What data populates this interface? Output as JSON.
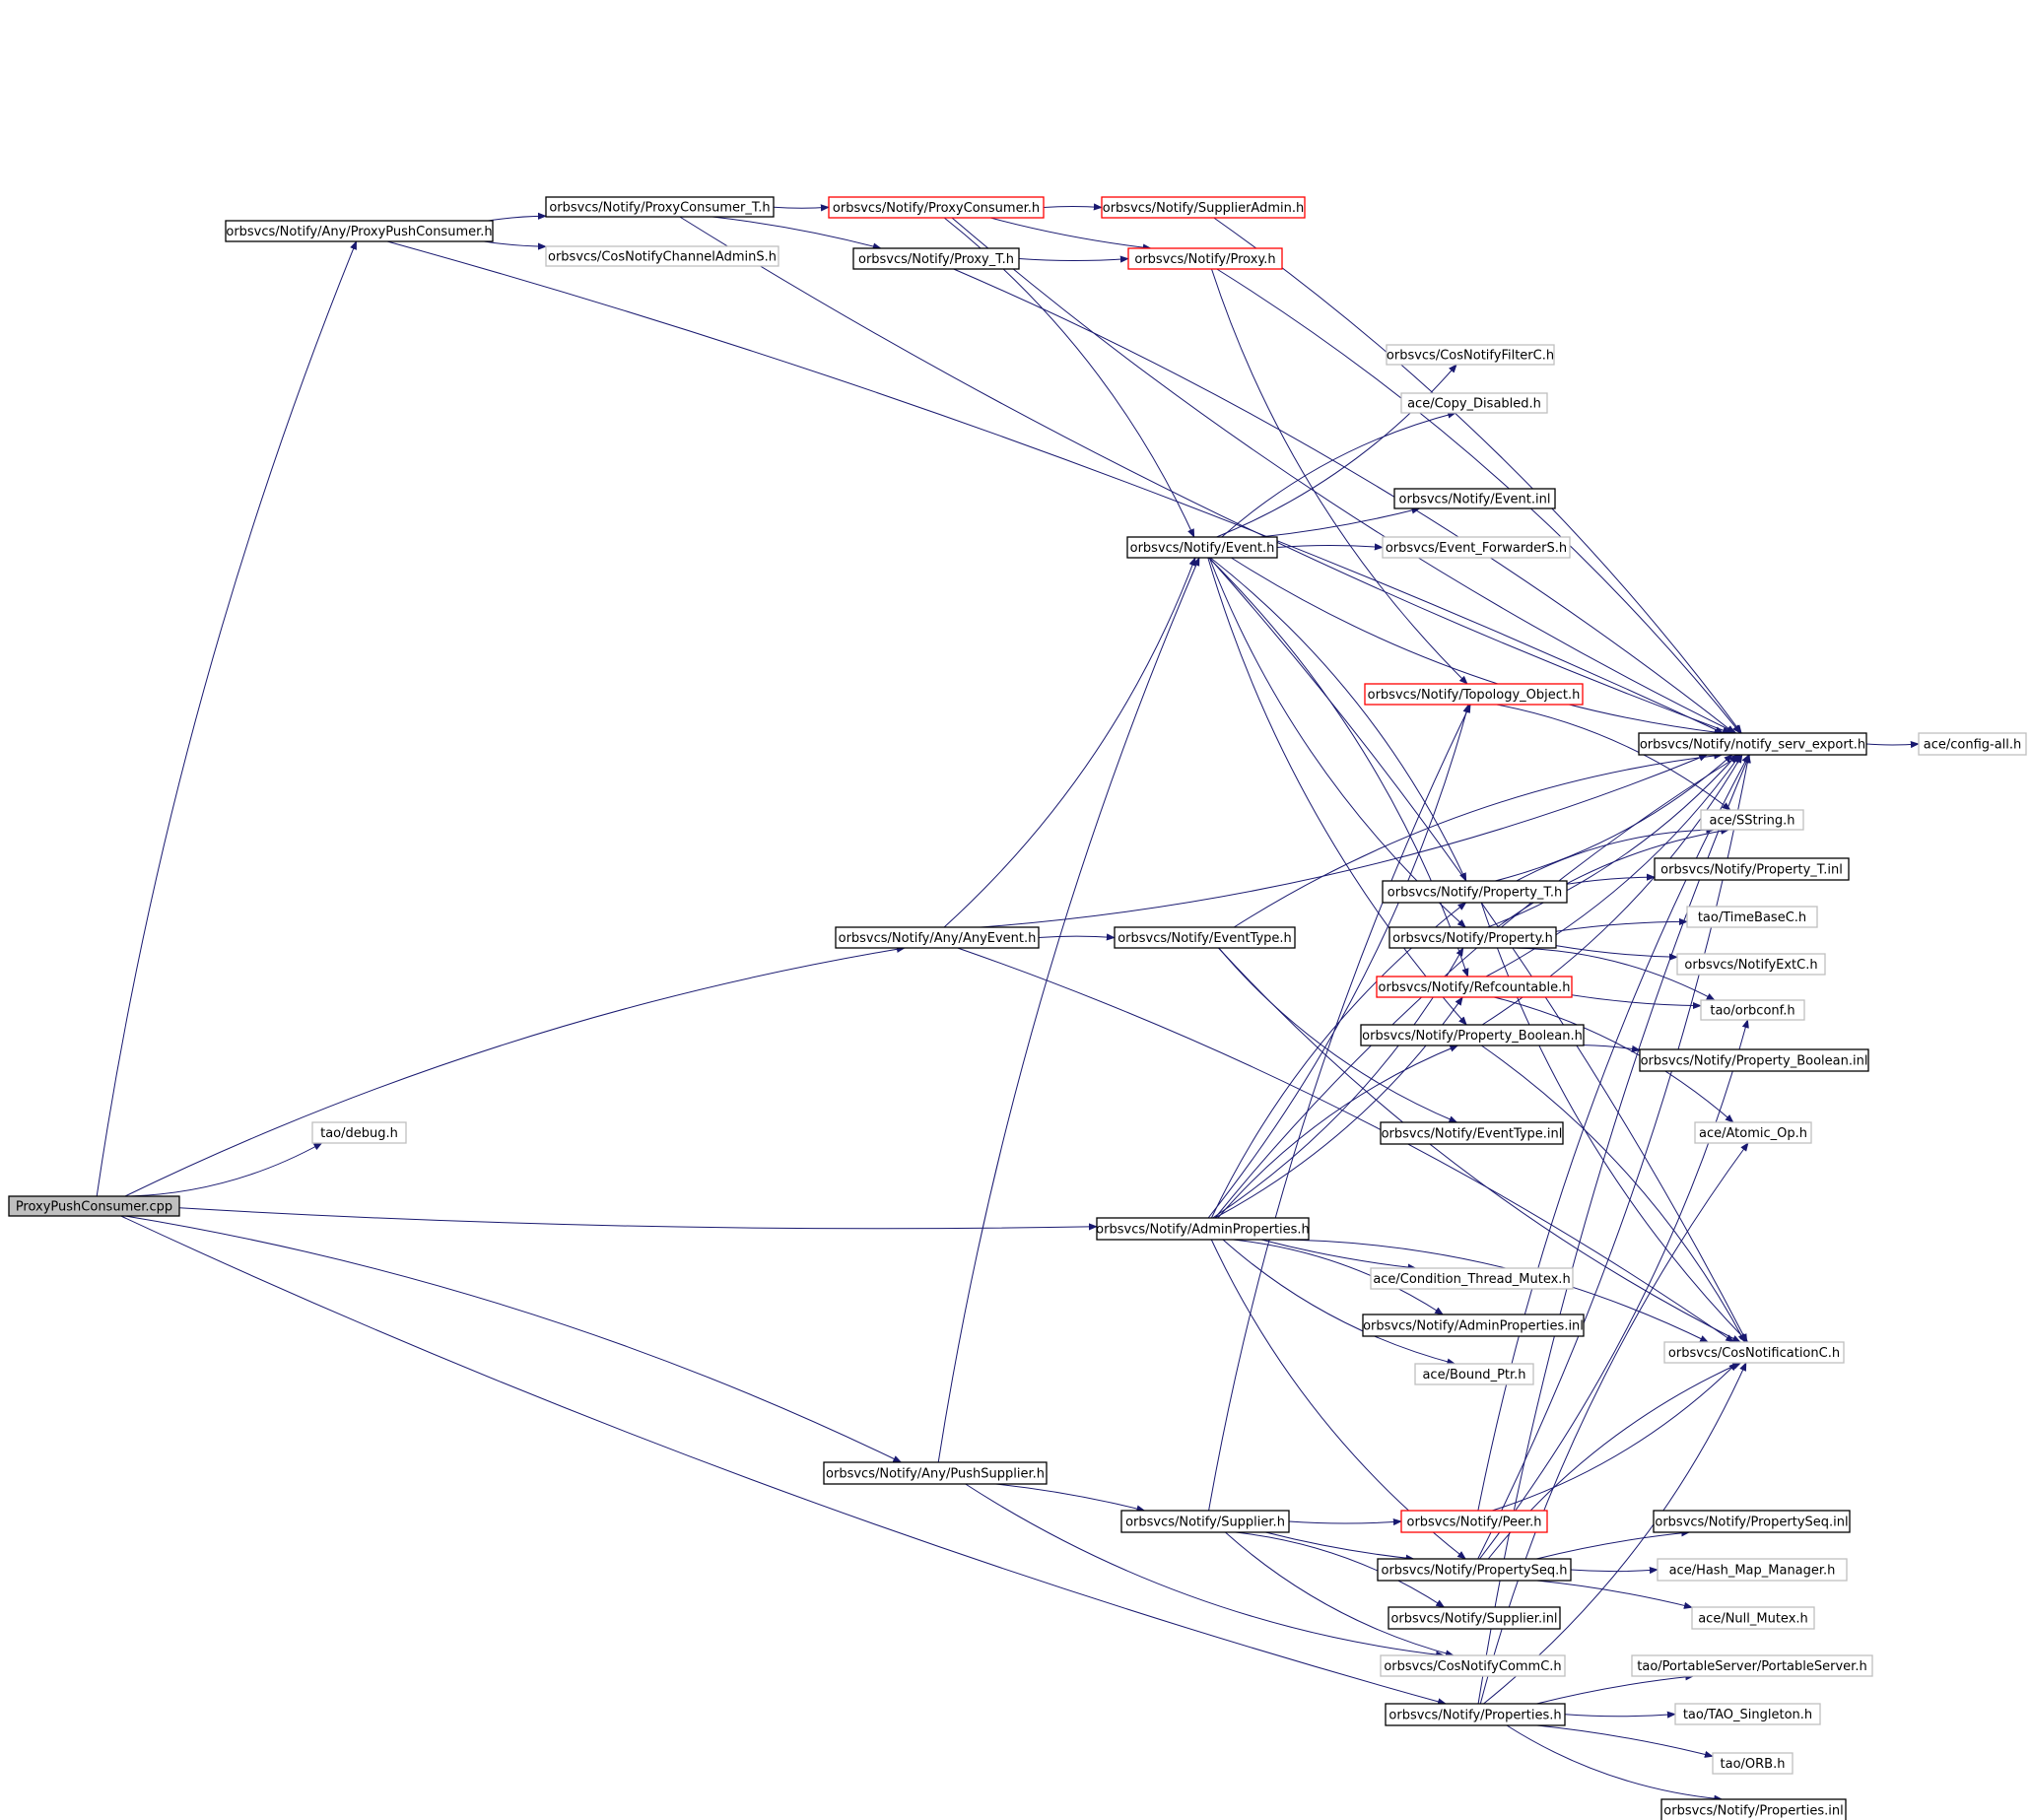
{
  "colors": {
    "edge": "#191970",
    "arrow": "#191970",
    "documented_border": "#000000",
    "truncated_border": "#ff0000",
    "external_border": "#bfbfbf",
    "root_fill": "#bfbfbf",
    "node_fill": "#ffffff"
  },
  "nodes": [
    {
      "id": "root",
      "label": "ProxyPushConsumer.cpp",
      "kind": "root"
    },
    {
      "id": "anyPPC",
      "label": "orbsvcs/Notify/Any/ProxyPushConsumer.h",
      "kind": "documented"
    },
    {
      "id": "pcT",
      "label": "orbsvcs/Notify/ProxyConsumer_T.h",
      "kind": "documented"
    },
    {
      "id": "cosNCA",
      "label": "orbsvcs/CosNotifyChannelAdminS.h",
      "kind": "external"
    },
    {
      "id": "pc",
      "label": "orbsvcs/Notify/ProxyConsumer.h",
      "kind": "truncated"
    },
    {
      "id": "sa",
      "label": "orbsvcs/Notify/SupplierAdmin.h",
      "kind": "truncated"
    },
    {
      "id": "pT",
      "label": "orbsvcs/Notify/Proxy_T.h",
      "kind": "documented"
    },
    {
      "id": "proxy",
      "label": "orbsvcs/Notify/Proxy.h",
      "kind": "truncated"
    },
    {
      "id": "filterC",
      "label": "orbsvcs/CosNotifyFilterC.h",
      "kind": "external"
    },
    {
      "id": "copyDis",
      "label": "ace/Copy_Disabled.h",
      "kind": "external"
    },
    {
      "id": "eventInl",
      "label": "orbsvcs/Notify/Event.inl",
      "kind": "documented"
    },
    {
      "id": "event",
      "label": "orbsvcs/Notify/Event.h",
      "kind": "documented"
    },
    {
      "id": "evFwd",
      "label": "orbsvcs/Event_ForwarderS.h",
      "kind": "external"
    },
    {
      "id": "topo",
      "label": "orbsvcs/Notify/Topology_Object.h",
      "kind": "truncated"
    },
    {
      "id": "nse",
      "label": "orbsvcs/Notify/notify_serv_export.h",
      "kind": "documented"
    },
    {
      "id": "configAll",
      "label": "ace/config-all.h",
      "kind": "external"
    },
    {
      "id": "sstring",
      "label": "ace/SString.h",
      "kind": "external"
    },
    {
      "id": "propTInl",
      "label": "orbsvcs/Notify/Property_T.inl",
      "kind": "documented"
    },
    {
      "id": "propT",
      "label": "orbsvcs/Notify/Property_T.h",
      "kind": "documented"
    },
    {
      "id": "timeBase",
      "label": "tao/TimeBaseC.h",
      "kind": "external"
    },
    {
      "id": "anyEvent",
      "label": "orbsvcs/Notify/Any/AnyEvent.h",
      "kind": "documented"
    },
    {
      "id": "evType",
      "label": "orbsvcs/Notify/EventType.h",
      "kind": "documented"
    },
    {
      "id": "prop",
      "label": "orbsvcs/Notify/Property.h",
      "kind": "documented"
    },
    {
      "id": "notifyExt",
      "label": "orbsvcs/NotifyExtC.h",
      "kind": "external"
    },
    {
      "id": "refc",
      "label": "orbsvcs/Notify/Refcountable.h",
      "kind": "truncated"
    },
    {
      "id": "orbconf",
      "label": "tao/orbconf.h",
      "kind": "external"
    },
    {
      "id": "propBool",
      "label": "orbsvcs/Notify/Property_Boolean.h",
      "kind": "documented"
    },
    {
      "id": "propBoolInl",
      "label": "orbsvcs/Notify/Property_Boolean.inl",
      "kind": "documented"
    },
    {
      "id": "debug",
      "label": "tao/debug.h",
      "kind": "external"
    },
    {
      "id": "evTypeInl",
      "label": "orbsvcs/Notify/EventType.inl",
      "kind": "documented"
    },
    {
      "id": "atomic",
      "label": "ace/Atomic_Op.h",
      "kind": "external"
    },
    {
      "id": "adminProps",
      "label": "orbsvcs/Notify/AdminProperties.h",
      "kind": "documented"
    },
    {
      "id": "condMutex",
      "label": "ace/Condition_Thread_Mutex.h",
      "kind": "external"
    },
    {
      "id": "adminPropsInl",
      "label": "orbsvcs/Notify/AdminProperties.inl",
      "kind": "documented"
    },
    {
      "id": "boundPtr",
      "label": "ace/Bound_Ptr.h",
      "kind": "external"
    },
    {
      "id": "cosNotif",
      "label": "orbsvcs/CosNotificationC.h",
      "kind": "external"
    },
    {
      "id": "pushSup",
      "label": "orbsvcs/Notify/Any/PushSupplier.h",
      "kind": "documented"
    },
    {
      "id": "supplier",
      "label": "orbsvcs/Notify/Supplier.h",
      "kind": "documented"
    },
    {
      "id": "peer",
      "label": "orbsvcs/Notify/Peer.h",
      "kind": "truncated"
    },
    {
      "id": "propSeqInl",
      "label": "orbsvcs/Notify/PropertySeq.inl",
      "kind": "documented"
    },
    {
      "id": "propSeq",
      "label": "orbsvcs/Notify/PropertySeq.h",
      "kind": "documented"
    },
    {
      "id": "hashMap",
      "label": "ace/Hash_Map_Manager.h",
      "kind": "external"
    },
    {
      "id": "supInl",
      "label": "orbsvcs/Notify/Supplier.inl",
      "kind": "documented"
    },
    {
      "id": "nullMutex",
      "label": "ace/Null_Mutex.h",
      "kind": "external"
    },
    {
      "id": "cosComm",
      "label": "orbsvcs/CosNotifyCommC.h",
      "kind": "external"
    },
    {
      "id": "portable",
      "label": "tao/PortableServer/PortableServer.h",
      "kind": "external"
    },
    {
      "id": "props",
      "label": "orbsvcs/Notify/Properties.h",
      "kind": "documented"
    },
    {
      "id": "singleton",
      "label": "tao/TAO_Singleton.h",
      "kind": "external"
    },
    {
      "id": "orb",
      "label": "tao/ORB.h",
      "kind": "external"
    },
    {
      "id": "propsInl",
      "label": "orbsvcs/Notify/Properties.inl",
      "kind": "documented"
    }
  ],
  "edges": [
    [
      "root",
      "anyPPC"
    ],
    [
      "root",
      "debug"
    ],
    [
      "root",
      "anyEvent"
    ],
    [
      "root",
      "adminProps"
    ],
    [
      "root",
      "pushSup"
    ],
    [
      "root",
      "props"
    ],
    [
      "anyPPC",
      "pcT"
    ],
    [
      "anyPPC",
      "cosNCA"
    ],
    [
      "anyPPC",
      "nse"
    ],
    [
      "pcT",
      "pc"
    ],
    [
      "pcT",
      "pT"
    ],
    [
      "pcT",
      "nse"
    ],
    [
      "pc",
      "sa"
    ],
    [
      "pc",
      "proxy"
    ],
    [
      "pc",
      "event"
    ],
    [
      "pc",
      "nse"
    ],
    [
      "sa",
      "nse"
    ],
    [
      "pT",
      "proxy"
    ],
    [
      "pT",
      "nse"
    ],
    [
      "proxy",
      "topo"
    ],
    [
      "proxy",
      "nse"
    ],
    [
      "event",
      "filterC"
    ],
    [
      "event",
      "copyDis"
    ],
    [
      "event",
      "eventInl"
    ],
    [
      "event",
      "evFwd"
    ],
    [
      "event",
      "nse"
    ],
    [
      "event",
      "propT"
    ],
    [
      "event",
      "prop"
    ],
    [
      "event",
      "refc"
    ],
    [
      "event",
      "propBool"
    ],
    [
      "event",
      "cosNotif"
    ],
    [
      "anyEvent",
      "event"
    ],
    [
      "anyEvent",
      "evType"
    ],
    [
      "anyEvent",
      "nse"
    ],
    [
      "anyEvent",
      "cosNotif"
    ],
    [
      "evType",
      "evTypeInl"
    ],
    [
      "evType",
      "nse"
    ],
    [
      "evType",
      "cosNotif"
    ],
    [
      "topo",
      "sstring"
    ],
    [
      "nse",
      "configAll"
    ],
    [
      "propT",
      "propTInl"
    ],
    [
      "propT",
      "nse"
    ],
    [
      "propT",
      "sstring"
    ],
    [
      "propT",
      "cosNotif"
    ],
    [
      "prop",
      "timeBase"
    ],
    [
      "prop",
      "notifyExt"
    ],
    [
      "prop",
      "orbconf"
    ],
    [
      "prop",
      "nse"
    ],
    [
      "prop",
      "sstring"
    ],
    [
      "refc",
      "orbconf"
    ],
    [
      "refc",
      "atomic"
    ],
    [
      "refc",
      "nse"
    ],
    [
      "propBool",
      "propBoolInl"
    ],
    [
      "propBool",
      "nse"
    ],
    [
      "propBool",
      "cosNotif"
    ],
    [
      "adminProps",
      "condMutex"
    ],
    [
      "adminProps",
      "adminPropsInl"
    ],
    [
      "adminProps",
      "boundPtr"
    ],
    [
      "adminProps",
      "propT"
    ],
    [
      "adminProps",
      "prop"
    ],
    [
      "adminProps",
      "propBool"
    ],
    [
      "adminProps",
      "refc"
    ],
    [
      "adminProps",
      "nse"
    ],
    [
      "adminProps",
      "topo"
    ],
    [
      "adminProps",
      "cosNotif"
    ],
    [
      "adminProps",
      "propSeq"
    ],
    [
      "pushSup",
      "supplier"
    ],
    [
      "pushSup",
      "cosComm"
    ],
    [
      "pushSup",
      "event"
    ],
    [
      "supplier",
      "peer"
    ],
    [
      "supplier",
      "supInl"
    ],
    [
      "supplier",
      "cosComm"
    ],
    [
      "supplier",
      "topo"
    ],
    [
      "supplier",
      "propSeq"
    ],
    [
      "peer",
      "nse"
    ],
    [
      "peer",
      "cosNotif"
    ],
    [
      "propSeq",
      "propSeqInl"
    ],
    [
      "propSeq",
      "hashMap"
    ],
    [
      "propSeq",
      "nullMutex"
    ],
    [
      "propSeq",
      "nse"
    ],
    [
      "propSeq",
      "cosNotif"
    ],
    [
      "propSeq",
      "orbconf"
    ],
    [
      "props",
      "portable"
    ],
    [
      "props",
      "singleton"
    ],
    [
      "props",
      "orb"
    ],
    [
      "props",
      "propsInl"
    ],
    [
      "props",
      "nse"
    ],
    [
      "props",
      "cosNotif"
    ],
    [
      "props",
      "atomic"
    ]
  ]
}
